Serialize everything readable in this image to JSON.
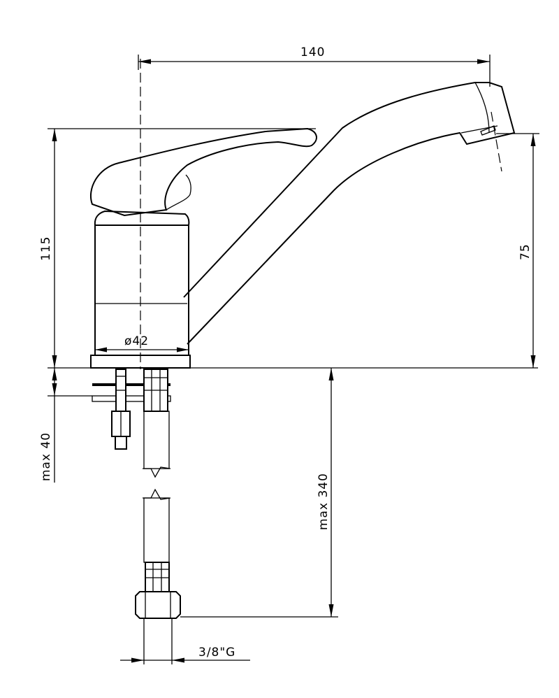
{
  "dimensions": {
    "width_top": "140",
    "height_total": "115",
    "spout_height": "75",
    "body_diameter": "ø42",
    "max_counter": "max 40",
    "max_hose": "max 340",
    "thread": "3/8\"G"
  }
}
